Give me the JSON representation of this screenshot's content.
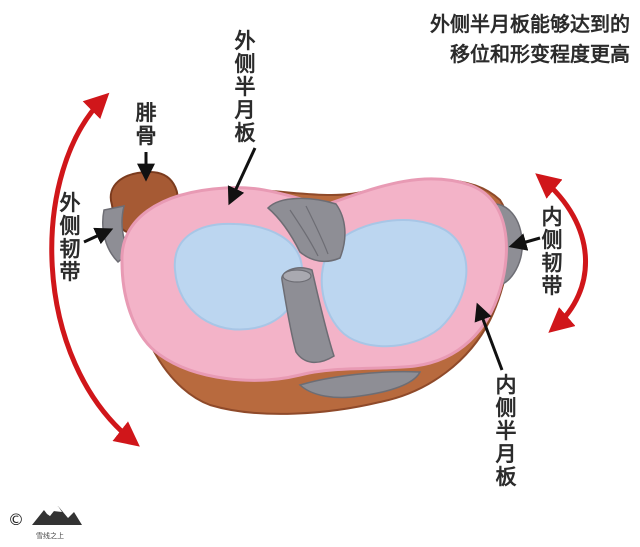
{
  "caption": {
    "line1": "外侧半月板能够达到的",
    "line2": "移位和形变程度更高"
  },
  "labels": {
    "lateral_meniscus": "外侧半月板",
    "fibula": "腓骨",
    "lateral_ligament": "外侧韧带",
    "medial_ligament": "内侧韧带",
    "medial_meniscus": "内侧半月板"
  },
  "footer": {
    "copyright": "©",
    "watermark": "雪线之上"
  },
  "colors": {
    "meniscus": "#f3b3c8",
    "meniscus_edge": "#e89ab4",
    "plateau": "#bcd6f0",
    "ligament": "#8e8e95",
    "bone": "#b86a3e",
    "bone_dark": "#8f4a2a",
    "arrow": "#d0161a"
  }
}
